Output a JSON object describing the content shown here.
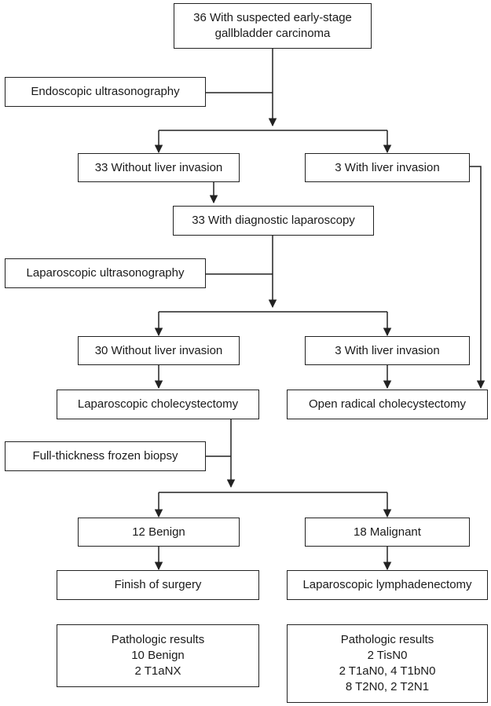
{
  "flowchart": {
    "start": {
      "line1": "36 With suspected early-stage",
      "line2": "gallbladder carcinoma"
    },
    "eus": "Endoscopic ultrasonography",
    "eus_no_invasion": "33 Without liver invasion",
    "eus_invasion": "3 With liver invasion",
    "diag_laparoscopy": "33 With diagnostic laparoscopy",
    "lus": "Laparoscopic ultrasonography",
    "lus_no_invasion": "30 Without liver invasion",
    "lus_invasion": "3 With liver invasion",
    "lap_chole": "Laparoscopic cholecystectomy",
    "open_chole": "Open radical cholecystectomy",
    "frozen_biopsy": "Full-thickness frozen biopsy",
    "benign": "12 Benign",
    "malignant": "18 Malignant",
    "finish": "Finish of surgery",
    "lymphadenectomy": "Laparoscopic lymphadenectomy",
    "path_benign": {
      "title": "Pathologic results",
      "line1": "10 Benign",
      "line2": "2 T1aNX"
    },
    "path_malignant": {
      "title": "Pathologic results",
      "line1": "2 TisN0",
      "line2": "2 T1aN0, 4 T1bN0",
      "line3": "8 T2N0, 2 T2N1"
    }
  }
}
